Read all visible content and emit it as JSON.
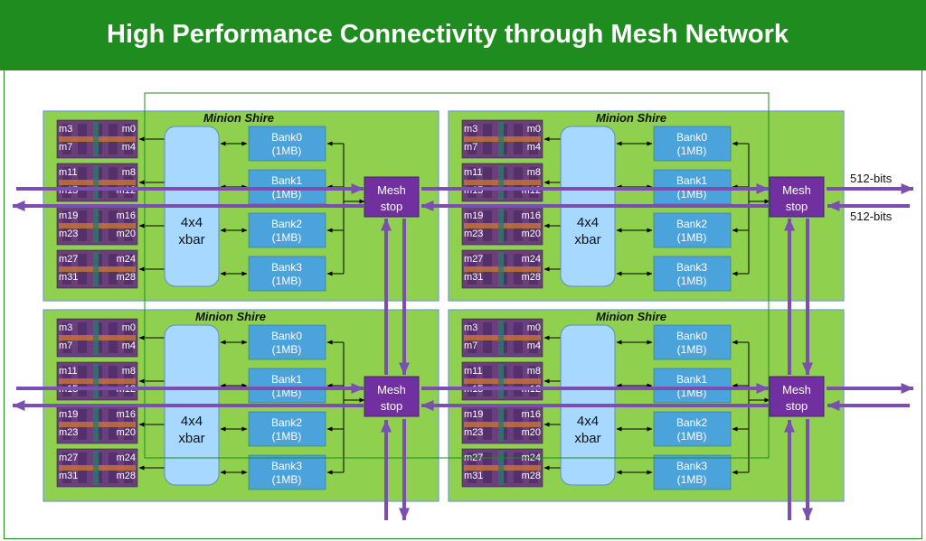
{
  "title": "High Performance Connectivity through Mesh Network",
  "shire_label": "Minion Shire",
  "xbar_label": [
    "4x4",
    "xbar"
  ],
  "mesh_stop_label": [
    "Mesh",
    "stop"
  ],
  "banks": [
    {
      "name": "Bank0",
      "size": "(1MB)"
    },
    {
      "name": "Bank1",
      "size": "(1MB)"
    },
    {
      "name": "Bank2",
      "size": "(1MB)"
    },
    {
      "name": "Bank3",
      "size": "(1MB)"
    }
  ],
  "minion_groups": [
    {
      "tl": "m3",
      "bl": "m7",
      "tr": "m0",
      "br": "m4"
    },
    {
      "tl": "m11",
      "bl": "m15",
      "tr": "m8",
      "br": "m12"
    },
    {
      "tl": "m19",
      "bl": "m23",
      "tr": "m16",
      "br": "m20"
    },
    {
      "tl": "m27",
      "bl": "m31",
      "tr": "m24",
      "br": "m28"
    }
  ],
  "link_labels": {
    "out": "512-bits",
    "in": "512-bits"
  },
  "colors": {
    "header": "#1e8c1e",
    "shire_fill": "#8fd14f",
    "xbar_fill": "#a7d8ff",
    "bank_fill": "#4ba3dc",
    "mesh_fill": "#7030a0",
    "link": "#7b4fb0"
  }
}
